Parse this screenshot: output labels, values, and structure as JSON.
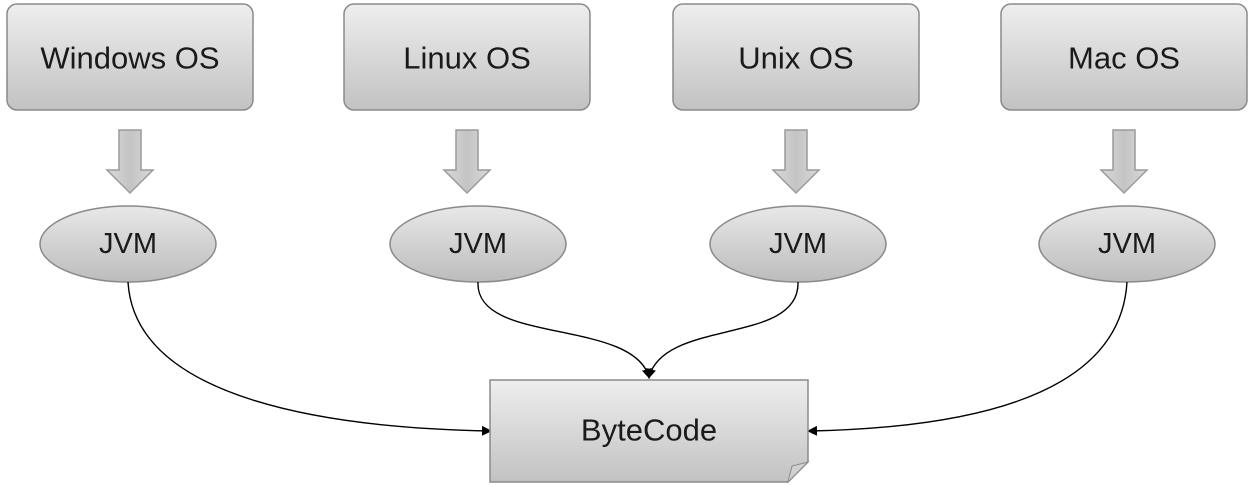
{
  "diagram": {
    "os_nodes": [
      {
        "label": "Windows OS"
      },
      {
        "label": "Linux OS"
      },
      {
        "label": "Unix OS"
      },
      {
        "label": "Mac OS"
      }
    ],
    "jvm_nodes": [
      {
        "label": "JVM"
      },
      {
        "label": "JVM"
      },
      {
        "label": "JVM"
      },
      {
        "label": "JVM"
      }
    ],
    "bytecode": {
      "label": "ByteCode"
    },
    "colors": {
      "box_fill_light": "#ececec",
      "box_fill_dark": "#bdbdbd",
      "box_stroke": "#8a8a8a",
      "connector": "#000000"
    }
  }
}
